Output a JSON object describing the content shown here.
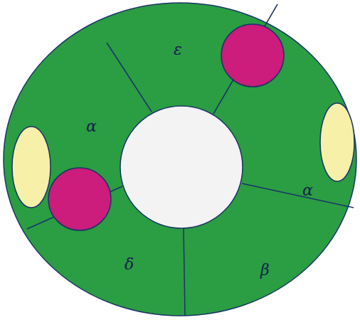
{
  "diagram": {
    "labels": [
      "ε",
      "α",
      "α",
      "δ",
      "β"
    ]
  }
}
